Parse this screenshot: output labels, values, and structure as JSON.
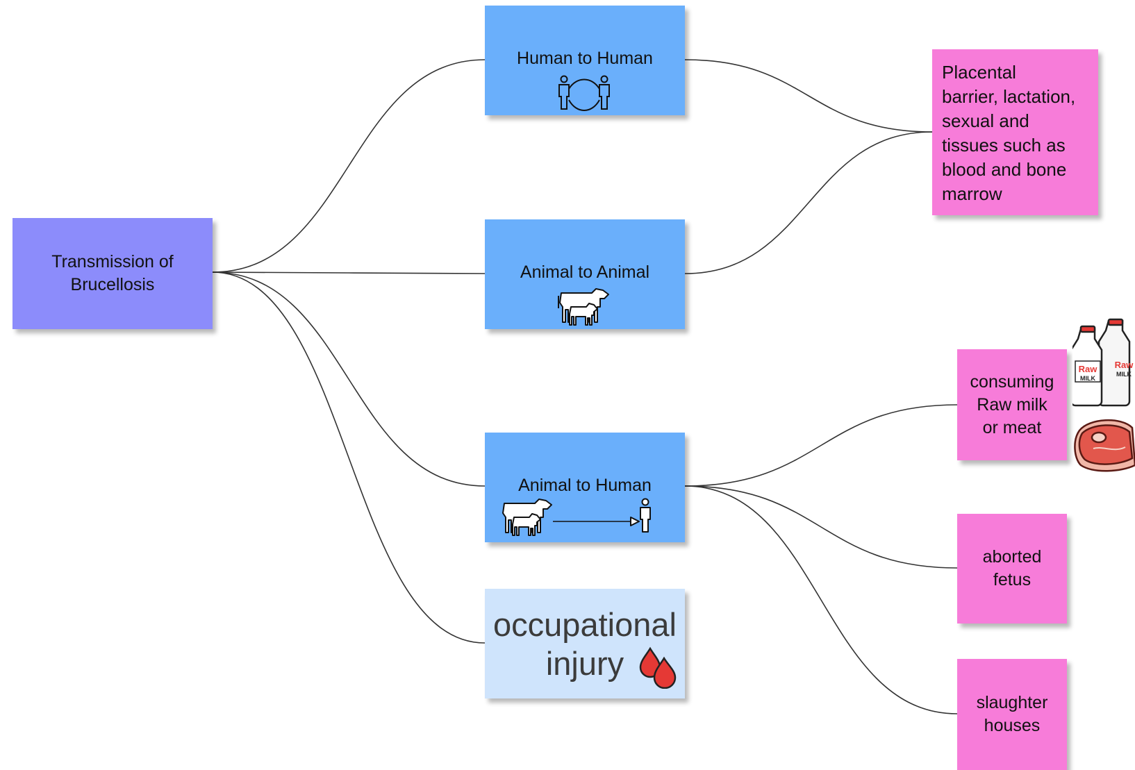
{
  "colors": {
    "root": "#8c8cfb",
    "blue": "#6aaffb",
    "light_blue": "#cfe4fc",
    "pink": "#f77cd9",
    "line": "#333333",
    "blood": "#e53935",
    "meat": "#e2574c",
    "milk_label": "#e53935"
  },
  "nodes": {
    "root": {
      "label": "Transmission of\nBrucellosis"
    },
    "human_to_human": {
      "label": "Human to Human",
      "icon": "two-people-icon"
    },
    "animal_to_animal": {
      "label": "Animal to Animal",
      "icon": "cow-and-goat-icon"
    },
    "animal_to_human": {
      "label": "Animal to Human",
      "icon": "animal-to-person-arrow-icon"
    },
    "occupational_injury": {
      "label": "occupational\ninjury",
      "icon": "blood-drops-icon"
    },
    "placental": {
      "label": "Placental\nbarrier, lactation,\nsexual and\ntissues such as\nblood and bone\nmarrow"
    },
    "consuming": {
      "label": "consuming\nRaw milk\nor meat"
    },
    "aborted": {
      "label": "aborted\nfetus"
    },
    "slaughter": {
      "label": "slaughter\nhouses"
    }
  },
  "images": {
    "milk_bottles": {
      "icon": "raw-milk-bottles-icon",
      "text_big": "Raw",
      "text_small": "MILK"
    },
    "meat": {
      "icon": "steak-icon"
    }
  },
  "edges": [
    [
      "root",
      "human_to_human"
    ],
    [
      "root",
      "animal_to_animal"
    ],
    [
      "root",
      "animal_to_human"
    ],
    [
      "root",
      "occupational_injury"
    ],
    [
      "human_to_human",
      "placental"
    ],
    [
      "animal_to_animal",
      "placental"
    ],
    [
      "animal_to_human",
      "consuming"
    ],
    [
      "animal_to_human",
      "aborted"
    ],
    [
      "animal_to_human",
      "slaughter"
    ]
  ]
}
